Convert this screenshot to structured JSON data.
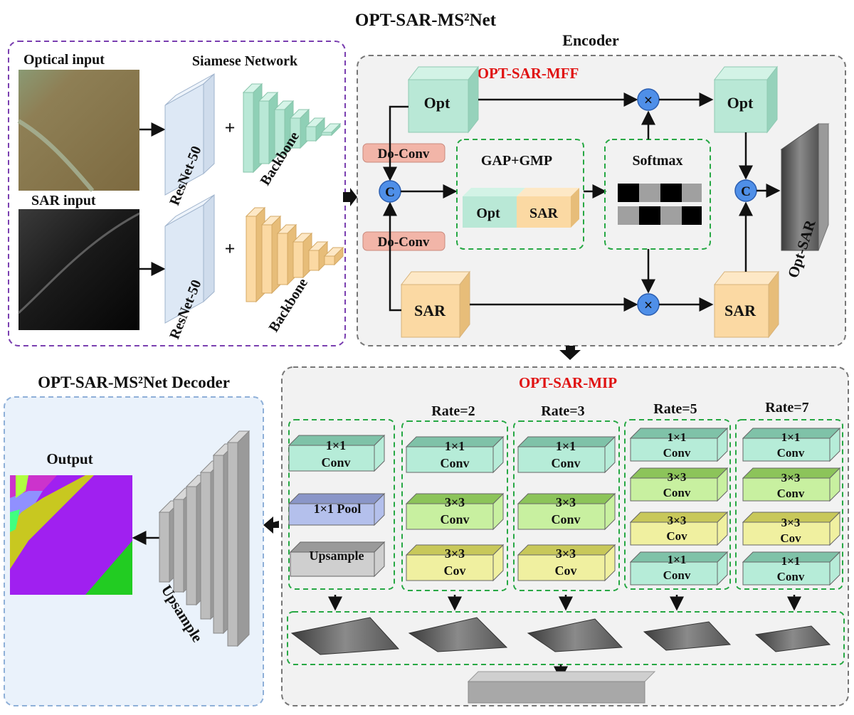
{
  "title": "OPT-SAR-MS²Net",
  "encoder": {
    "title": "Encoder",
    "mff_label": "OPT-SAR-MFF",
    "opt_label": "Opt",
    "sar_label": "SAR",
    "doconv_label": "Do-Conv",
    "concat_symbol": "C",
    "multiply_symbol": "×",
    "gap_label": "GAP+GMP",
    "softmax_label": "Softmax",
    "output_label": "Opt-SAR"
  },
  "siamese": {
    "optical_label": "Optical input",
    "sar_label": "SAR  input",
    "network_label": "Siamese Network",
    "resnet_label": "ResNet-50",
    "backbone_label": "Backbone",
    "plus_symbol": "+"
  },
  "mip": {
    "title": "OPT-SAR-MIP",
    "branch0": {
      "l1": "1×1",
      "l2": "Conv",
      "pool": "1×1 Pool",
      "upsample": "Upsample"
    },
    "rate2": {
      "rate": "Rate=2",
      "b1l1": "1×1",
      "b1l2": "Conv",
      "b2l1": "3×3",
      "b2l2": "Conv",
      "b3l1": "3×3",
      "b3l2": "Cov"
    },
    "rate3": {
      "rate": "Rate=3",
      "b1l1": "1×1",
      "b1l2": "Conv",
      "b2l1": "3×3",
      "b2l2": "Conv",
      "b3l1": "3×3",
      "b3l2": "Cov"
    },
    "rate5": {
      "rate": "Rate=5",
      "b1l1": "1×1",
      "b1l2": "Conv",
      "b2l1": "3×3",
      "b2l2": "Conv",
      "b3l1": "3×3",
      "b3l2": "Cov",
      "b4l1": "1×1",
      "b4l2": "Conv"
    },
    "rate7": {
      "rate": "Rate=7",
      "b1l1": "1×1",
      "b1l2": "Conv",
      "b2l1": "3×3",
      "b2l2": "Conv",
      "b3l1": "3×3",
      "b3l2": "Cov",
      "b4l1": "1×1",
      "b4l2": "Conv"
    }
  },
  "decoder": {
    "title": "OPT-SAR-MS²Net Decoder",
    "output_label": "Output",
    "upsample_label": "Upsample"
  },
  "colors": {
    "teal": "#b9e8d6",
    "orange": "#fbd9a3",
    "pink": "#f2b5a8",
    "blue_op": "#4f8fe8",
    "green_dash": "#27a844",
    "purple_dash": "#7a3fb0",
    "red_text": "#e01010"
  }
}
